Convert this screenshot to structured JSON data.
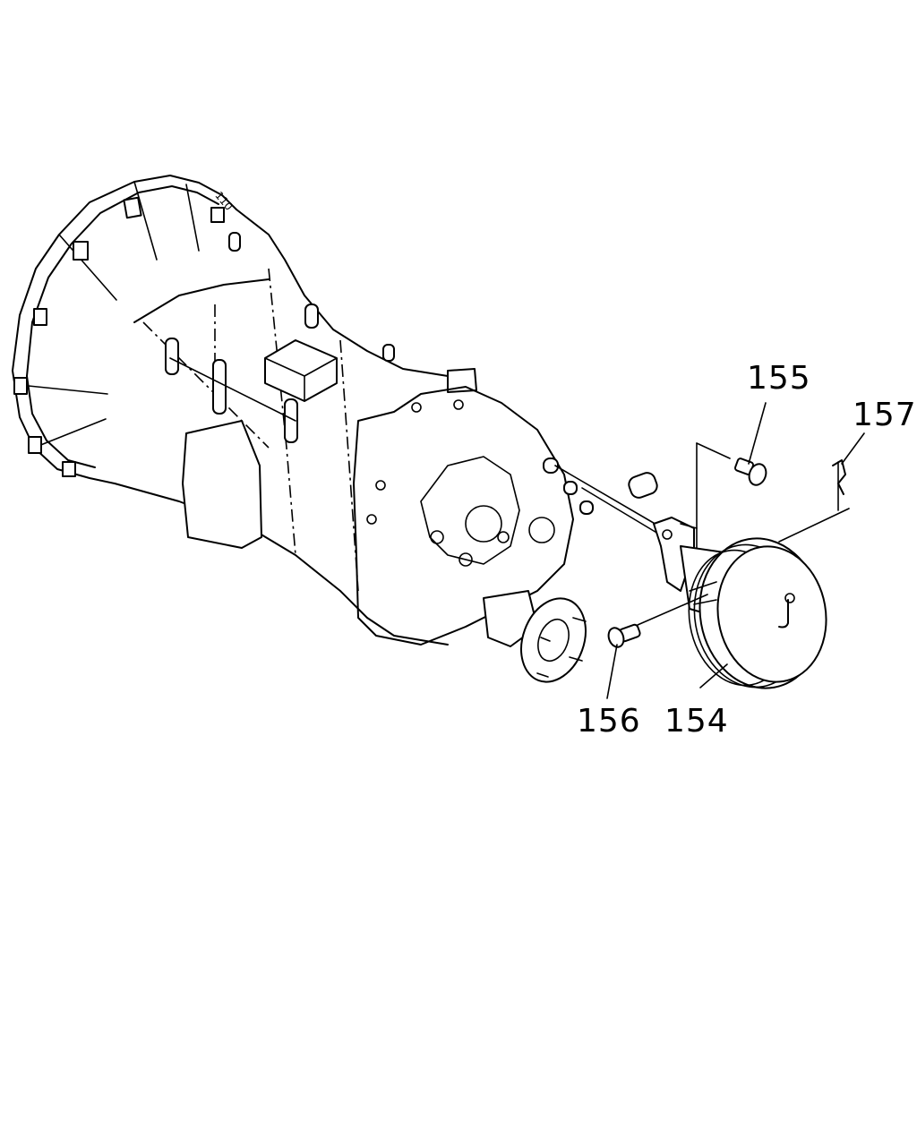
{
  "diagram": {
    "background_color": "#ffffff",
    "line_color": "#000000",
    "callouts": [
      {
        "id": "155",
        "label": "155"
      },
      {
        "id": "157",
        "label": "157"
      },
      {
        "id": "156",
        "label": "156"
      },
      {
        "id": "154",
        "label": "154"
      }
    ]
  }
}
